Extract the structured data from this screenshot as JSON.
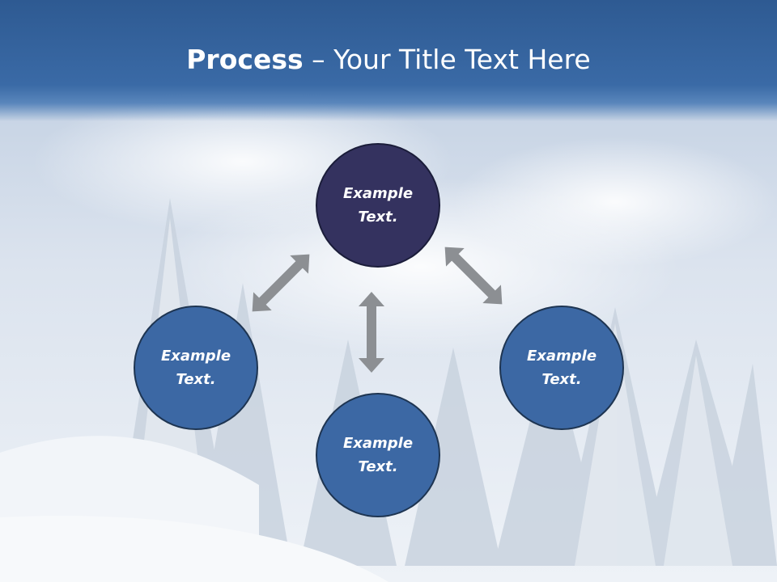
{
  "slide": {
    "title_bold": "Process",
    "title_rest": " – Your Title Text Here"
  },
  "nodes": [
    {
      "id": "top",
      "label": "Example Text."
    },
    {
      "id": "left",
      "label": "Example Text."
    },
    {
      "id": "right",
      "label": "Example Text."
    },
    {
      "id": "bottom",
      "label": "Example Text."
    }
  ],
  "colors": {
    "title_bar": "#3a6aa6",
    "top_circle": "#34325f",
    "circles": "#3c68a4",
    "arrows": "#8c8f93",
    "title_text": "#ffffff"
  },
  "icons": [
    "double-arrow-icon"
  ]
}
